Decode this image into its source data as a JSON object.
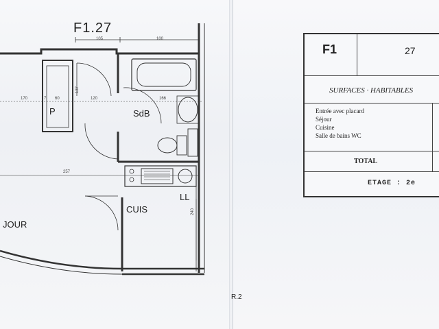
{
  "plan": {
    "title": "F1.27",
    "rooms": {
      "sdb": "SdB",
      "placard": "P",
      "cuis": "CUIS",
      "ll": "LL",
      "sejour": "JOUR"
    },
    "dimensions": {
      "d_top_left": "105",
      "d_top_right": "100",
      "d_170": "170",
      "d_60": "60",
      "d_120": "120",
      "d_166": "166",
      "d_257": "257",
      "d_vertical": "240",
      "d_7": "7",
      "d_137": "137"
    },
    "page_ref": "R.2"
  },
  "table": {
    "type": "F1",
    "number": "27",
    "surfaces_header": "SURFACES · HABITABLES",
    "items": [
      "Entrée avec placard",
      "Séjour",
      "Cuisine",
      "Salle de bains WC"
    ],
    "total_label": "TOTAL",
    "etage": "ETAGE :  2e"
  }
}
